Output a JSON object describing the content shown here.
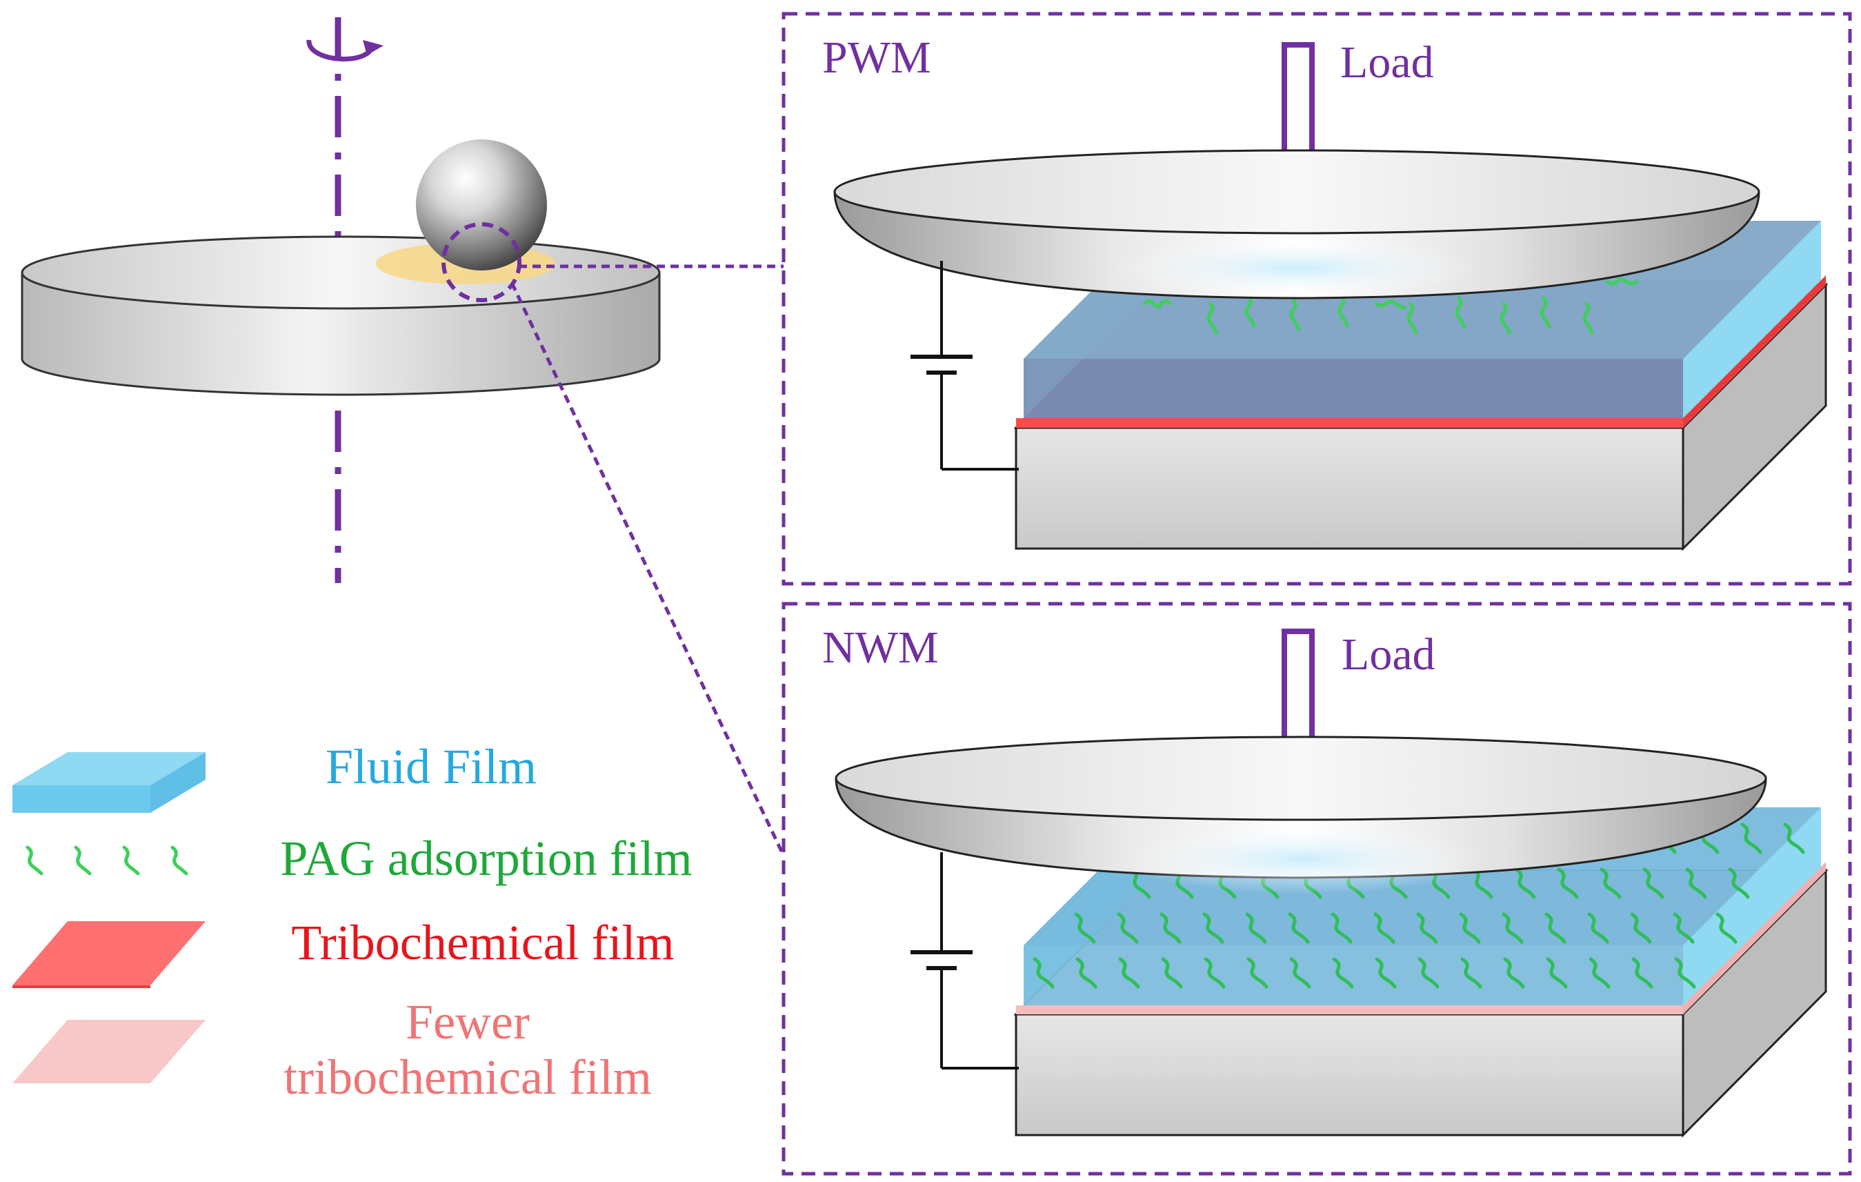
{
  "panels": {
    "top": {
      "label": "PWM",
      "load_label": "Load"
    },
    "bottom": {
      "label": "NWM",
      "load_label": "Load"
    }
  },
  "legend": [
    {
      "id": "fluid",
      "label_lines": [
        "Fluid Film"
      ],
      "color": "#25a9e0"
    },
    {
      "id": "pag",
      "label_lines": [
        "PAG adsorption film"
      ],
      "color": "#1fa83a"
    },
    {
      "id": "tribo",
      "label_lines": [
        "Tribochemical film"
      ],
      "color": "#e8141b"
    },
    {
      "id": "fewer",
      "label_lines": [
        "Fewer",
        "tribochemical film"
      ],
      "color": "#ef7475"
    }
  ],
  "colors": {
    "accent_purple": "#7030a0",
    "fluid_fill": "#8fd9f2",
    "pag_green": "#3cd05a",
    "tribo_red": "#ff5b5b",
    "fewer_pink": "#f8c8c8",
    "contact_yellow": "#f7d88a",
    "steel_gray": "#d4d4d4"
  },
  "icons": {
    "rotation": "rotation-arrow-icon",
    "load": "down-arrow-icon",
    "power": "battery-symbol-icon"
  }
}
